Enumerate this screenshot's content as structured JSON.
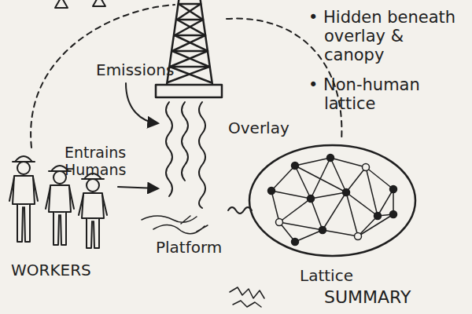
{
  "diagram": {
    "nodes": [
      {
        "text": [
          "Lattice"
        ]
      }
    ],
    "labels": [
      "• Hidden beneath overlay & canopy",
      "• Non-human lattice",
      "Emissions",
      "Overlay",
      "Entrains Humans",
      "WORKERS",
      "Platform",
      "SUMMARY"
    ]
  }
}
